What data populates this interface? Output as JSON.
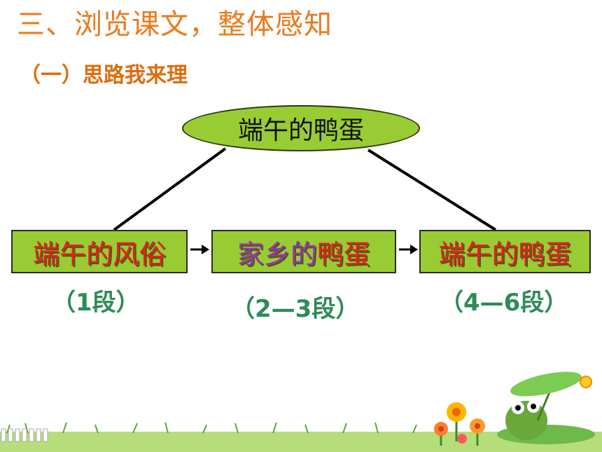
{
  "heading": "三、浏览课文，整体感知",
  "subheading": "（一）思路我来理",
  "diagram": {
    "root": "端午的鸭蛋",
    "nodes": [
      {
        "parts": [
          {
            "text": "端午的风俗",
            "color": "red"
          }
        ],
        "range": "（1段）"
      },
      {
        "parts": [
          {
            "text": "家乡的",
            "color": "purple"
          },
          {
            "text": "鸭蛋",
            "color": "red"
          }
        ],
        "range": "（2—3段）"
      },
      {
        "parts": [
          {
            "text": "端午的鸭蛋",
            "color": "red"
          }
        ],
        "range": "（4—6段）"
      }
    ]
  },
  "colors": {
    "heading": "#ea7a1c",
    "subheading": "#de6c0c",
    "node_fill": "#99cc33",
    "red_text": "#e8201a",
    "purple_text": "#9a35a8",
    "range_text": "#2e8b57"
  },
  "decoration": {
    "icon": "frog-on-lotus-leaf-illustration"
  }
}
